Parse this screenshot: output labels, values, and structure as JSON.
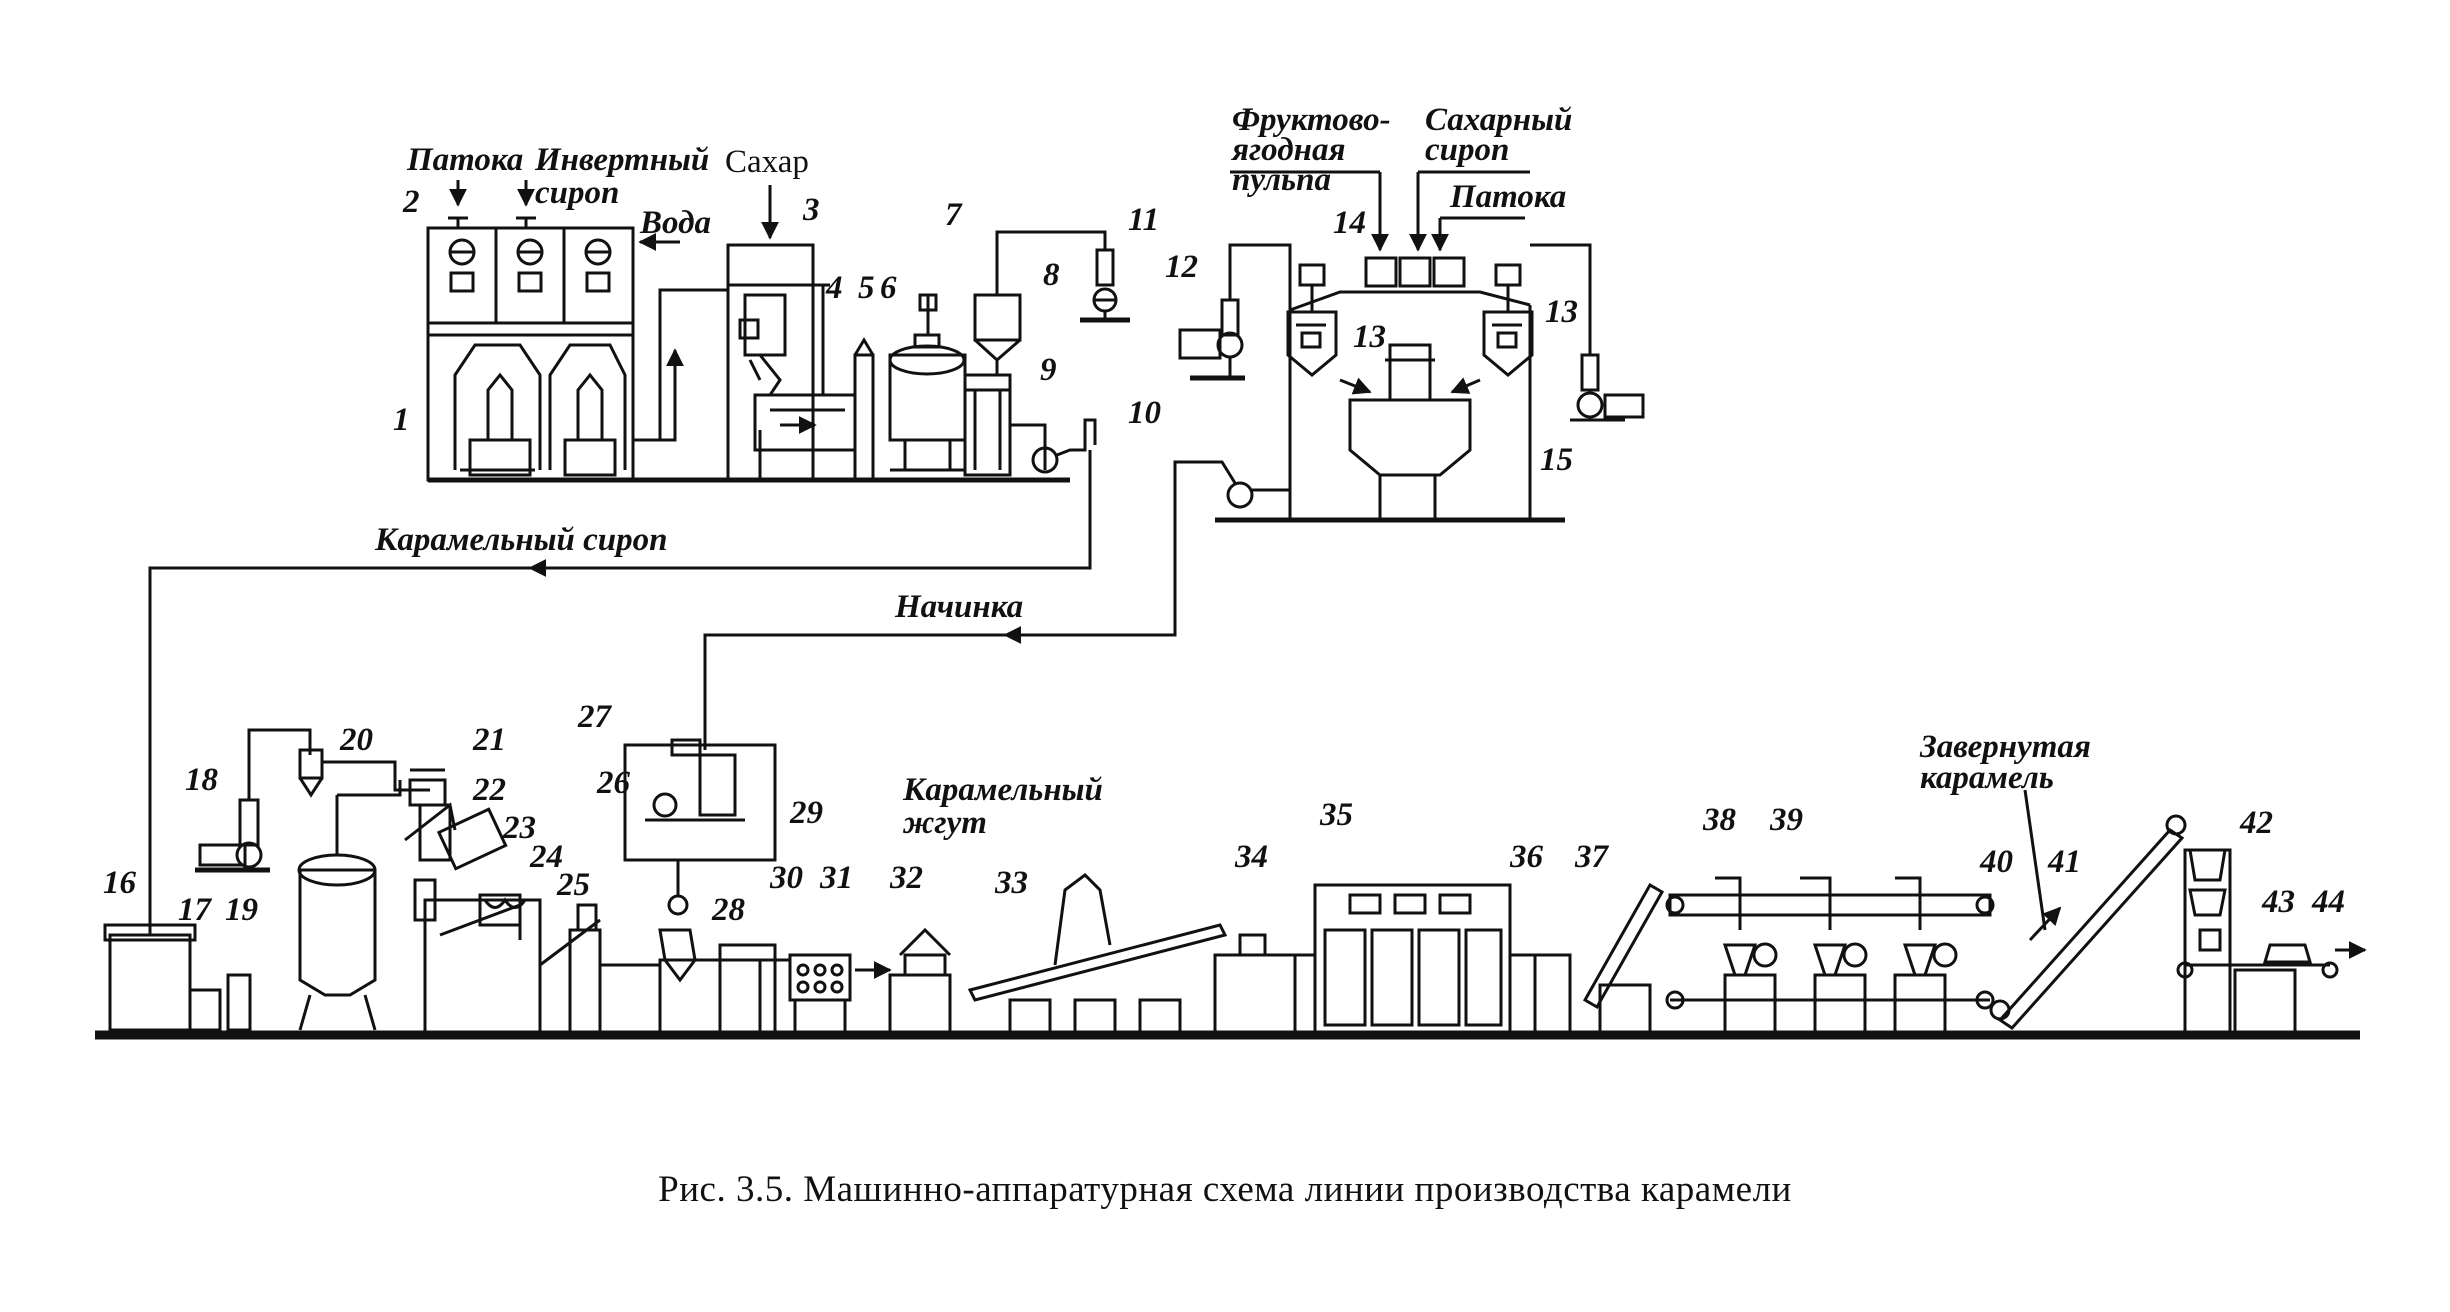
{
  "caption": "Рис. 3.5. Машинно-аппаратурная схема линии производства карамели",
  "labels": {
    "patoka_top": "Патока",
    "invert_1": "Инвертный",
    "invert_2": "сироп",
    "voda": "Вода",
    "sakhar": "Сахар",
    "fruit_1": "Фруктово-",
    "fruit_2": "ягодная",
    "fruit_3": "пульпа",
    "sugar_syrup_1": "Сахарный",
    "sugar_syrup_2": "сироп",
    "patoka_right": "Патока",
    "caramel_syrup": "Карамельный сироп",
    "filling": "Начинка",
    "caramel_rope_1": "Карамельный",
    "caramel_rope_2": "жгут",
    "wrapped_1": "Завернутая",
    "wrapped_2": "карамель"
  },
  "numbers": {
    "n1": "1",
    "n2": "2",
    "n3": "3",
    "n4": "4",
    "n5": "5",
    "n6": "6",
    "n7": "7",
    "n8": "8",
    "n9": "9",
    "n10": "10",
    "n11": "11",
    "n12": "12",
    "n13a": "13",
    "n13b": "13",
    "n14": "14",
    "n15": "15",
    "n16": "16",
    "n17": "17",
    "n18": "18",
    "n19": "19",
    "n20": "20",
    "n21": "21",
    "n22": "22",
    "n23": "23",
    "n24": "24",
    "n25": "25",
    "n26": "26",
    "n27": "27",
    "n28": "28",
    "n29": "29",
    "n30": "30",
    "n31": "31",
    "n32": "32",
    "n33": "33",
    "n34": "34",
    "n35": "35",
    "n36": "36",
    "n37": "37",
    "n38": "38",
    "n39": "39",
    "n40": "40",
    "n41": "41",
    "n42": "42",
    "n43": "43",
    "n44": "44"
  }
}
